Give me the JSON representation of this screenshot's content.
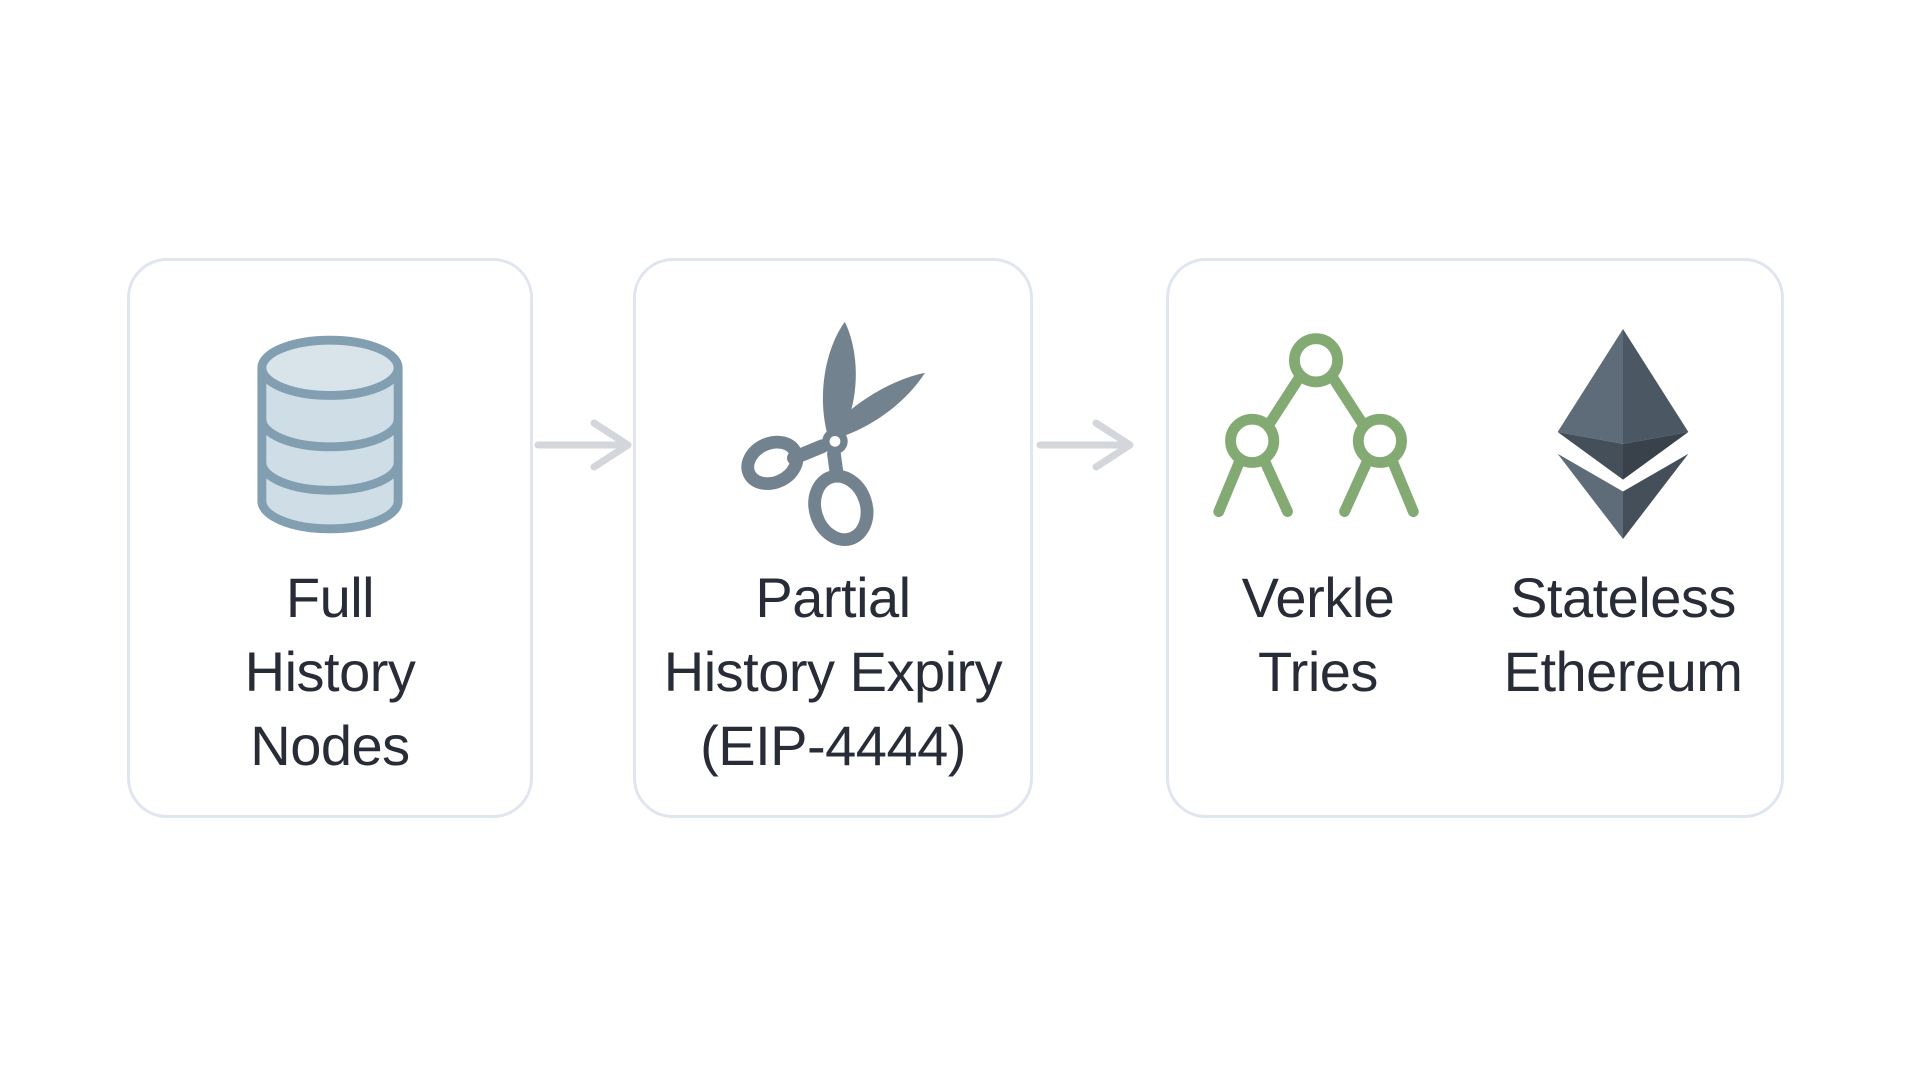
{
  "colors": {
    "background": "#ffffff",
    "card_background": "#ffffff",
    "card_border": "#dfe6ef",
    "arrow": "#d3d7dc",
    "label_text": "#272c37",
    "database_fill": "#cfdde7",
    "database_top_fill": "#d8e3ea",
    "database_stroke": "#819fb1",
    "scissors": "#72838f",
    "trie_green": "#84aa73",
    "eth_top_left": "#5e6c79",
    "eth_top_right": "#4b5763",
    "eth_belly_left": "#454f59",
    "eth_belly_right": "#39424b",
    "eth_bottom_left": "#5e6c79",
    "eth_bottom_right": "#454f5a"
  },
  "cards": [
    {
      "name": "full-history-nodes",
      "icon": "database-icon",
      "lines": [
        "Full",
        "History",
        "Nodes"
      ]
    },
    {
      "name": "partial-history-expiry",
      "icon": "scissors-icon",
      "lines": [
        "Partial",
        "History Expiry",
        "(EIP-4444)"
      ]
    },
    {
      "name": "future-stateless",
      "columns": [
        {
          "icon": "verkle-trie-icon",
          "lines": [
            "Verkle",
            "Tries"
          ]
        },
        {
          "icon": "ethereum-icon",
          "lines": [
            "Stateless",
            "Ethereum"
          ]
        }
      ]
    }
  ],
  "arrows": [
    {
      "name": "arrow-full-history-to-expiry",
      "icon": "right-arrow-icon"
    },
    {
      "name": "arrow-expiry-to-stateless",
      "icon": "right-arrow-icon"
    }
  ]
}
